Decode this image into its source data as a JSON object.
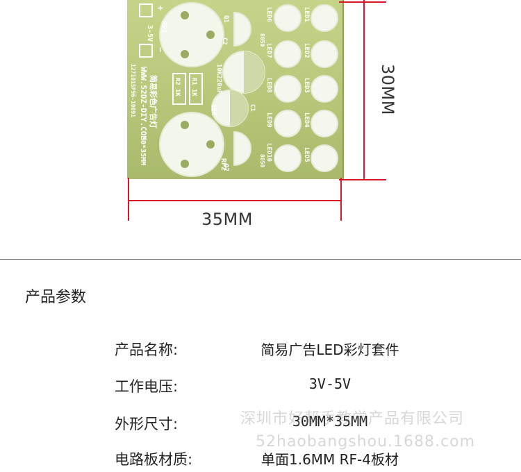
{
  "dimensions": {
    "width_label": "35MM",
    "height_label": "30MM"
  },
  "pcb": {
    "url_text": "WWW.52DZ-DIY.COM",
    "title_text": "简易彩色广告灯",
    "size_text": "30*35MM",
    "voltage_text": "3-5V",
    "code_text": "1271015P96-10091",
    "rp1": "RP1",
    "rp2": "RP2",
    "q1": "Q1",
    "q2": "Q2",
    "c1": "C1",
    "c2": "C2",
    "cap_value": "10K220uF",
    "res_value": "10K",
    "r_labels": [
      "R1",
      "R2",
      "1K",
      "1K"
    ],
    "transistor": "8050",
    "led_labels": [
      "LED1",
      "LED2",
      "LED3",
      "LED4",
      "LED5",
      "LED6",
      "LED7",
      "LED8",
      "LED9",
      "LED10"
    ],
    "plus": "+",
    "minus": "−"
  },
  "section": {
    "title": "产品参数"
  },
  "params": [
    {
      "label": "产品名称:",
      "value": "简易广告LED彩灯套件"
    },
    {
      "label": "工作电压:",
      "value": "3V-5V"
    },
    {
      "label": "外形尺寸:",
      "value": "30MM*35MM"
    },
    {
      "label": "电路板材质:",
      "value": "单面1.6MM RF-4板材"
    }
  ],
  "watermark": {
    "line1": "深圳市好帮手教学产品有限公司",
    "line2": "52haobangshou.1688.com"
  },
  "colors": {
    "dimension_line": "#d9182a",
    "pcb_green": "#b7c77a",
    "silkscreen": "#ffffff"
  }
}
